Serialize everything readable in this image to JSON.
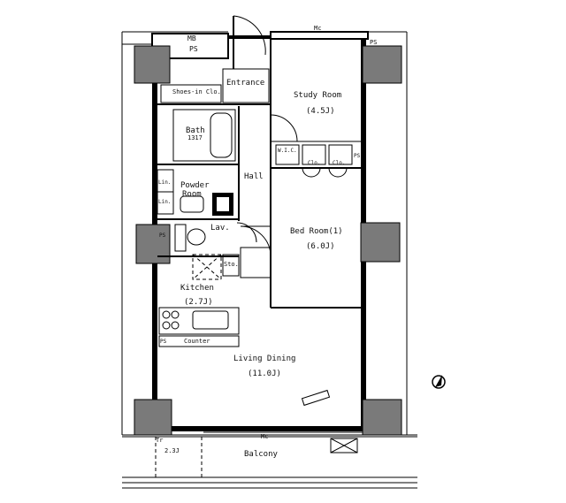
{
  "rooms": {
    "entrance": "Entrance",
    "study_room": "Study Room",
    "study_size": "(4.5J)",
    "shoes_in": "Shoes-in Clo.",
    "bath": "Bath",
    "bath_size": "1317",
    "hall": "Hall",
    "powder_room_1": "Powder",
    "powder_room_2": "Room",
    "lav": "Lav.",
    "bedroom": "Bed Room(1)",
    "bedroom_size": "(6.0J)",
    "kitchen": "Kitchen",
    "kitchen_size": "(2.7J)",
    "living_dining": "Living Dining",
    "living_size": "(11.0J)",
    "balcony": "Balcony",
    "storage": "Sto."
  },
  "labels": {
    "mb_top": "MB",
    "ps_top": "PS",
    "ps_right": "PS",
    "ps_mid": "PS",
    "ps_kitchen": "PS",
    "ps_study": "PS",
    "mc_top": "Mc",
    "mc_bottom": "Mc",
    "wic1": "W.I.C.",
    "clo1": "Clo.",
    "clo2": "Clo.",
    "lin1": "Lin.",
    "lin2": "Lin.",
    "counter": "Counter",
    "balcony_area": "2.3J",
    "trunk_room": "Tr"
  },
  "compass": {
    "icon": "north-arrow-icon"
  }
}
